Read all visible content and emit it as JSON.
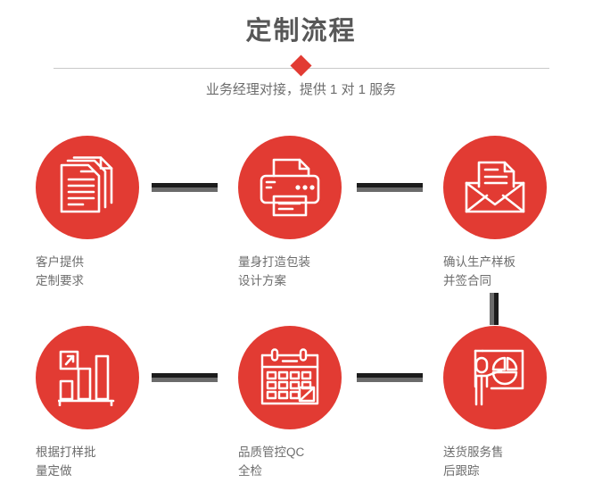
{
  "header": {
    "title": "定制流程",
    "subtitle": "业务经理对接，提供 1 对 1 服务",
    "divider_icon": "red-diamond"
  },
  "colors": {
    "accent_red": "#e23b33",
    "title_gray": "#575757",
    "text_gray": "#6d6d6d",
    "line_gray": "#c9c9c9",
    "connector_dark": "#1c1c1c",
    "connector_light": "#6b6b6b"
  },
  "flow": {
    "steps": [
      {
        "index": 1,
        "icon": "stacked-documents-icon",
        "label": "客户提供\n定制要求",
        "label_line1": "客户提供",
        "label_line2": "定制要求"
      },
      {
        "index": 2,
        "icon": "printer-icon",
        "label": "量身打造包装\n设计方案",
        "label_line1": "量身打造包装",
        "label_line2": "设计方案"
      },
      {
        "index": 3,
        "icon": "envelope-document-icon",
        "label": "确认生产样板\n并签合同",
        "label_line1": "确认生产样板",
        "label_line2": "并签合同"
      },
      {
        "index": 4,
        "icon": "bar-chart-growth-icon",
        "label": "根据打样批\n量定做",
        "label_line1": "根据打样批",
        "label_line2": "量定做"
      },
      {
        "index": 5,
        "icon": "calendar-check-icon",
        "label": "品质管控QC\n全检",
        "label_line1": "品质管控QC",
        "label_line2": "全检"
      },
      {
        "index": 6,
        "icon": "presenter-pie-chart-icon",
        "label": "送货服务售\n后跟踪",
        "label_line1": "送货服务售",
        "label_line2": "后跟踪"
      }
    ],
    "connectors": [
      {
        "name": "connector-step1-step2",
        "orientation": "horizontal"
      },
      {
        "name": "connector-step2-step3",
        "orientation": "horizontal"
      },
      {
        "name": "connector-step3-step6",
        "orientation": "vertical"
      },
      {
        "name": "connector-step4-step5",
        "orientation": "horizontal"
      },
      {
        "name": "connector-step5-step6",
        "orientation": "horizontal"
      }
    ]
  }
}
